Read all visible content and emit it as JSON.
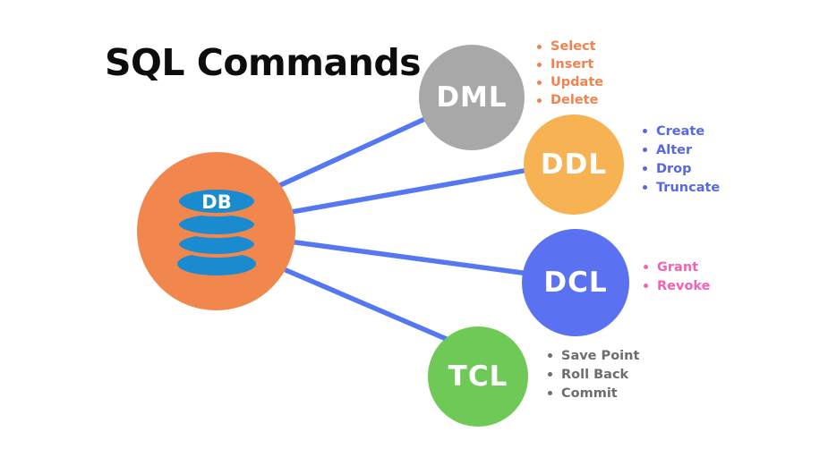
{
  "title": "SQL Commands",
  "db": {
    "label": "DB"
  },
  "nodes": [
    {
      "id": "dml",
      "label": "DML",
      "circle_color": "#A8A8A8",
      "item_color": "#F08350",
      "items": [
        "Select",
        "Insert",
        "Update",
        "Delete"
      ]
    },
    {
      "id": "ddl",
      "label": "DDL",
      "circle_color": "#F7B254",
      "item_color": "#5768E0",
      "items": [
        "Create",
        "Alter",
        "Drop",
        "Truncate"
      ]
    },
    {
      "id": "dcl",
      "label": "DCL",
      "circle_color": "#5A72F2",
      "item_color": "#F561B3",
      "items": [
        "Grant",
        "Revoke"
      ]
    },
    {
      "id": "tcl",
      "label": "TCL",
      "circle_color": "#6FC956",
      "item_color": "#6D6D6D",
      "items": [
        "Save Point",
        "Roll Back",
        "Commit"
      ]
    }
  ],
  "colors": {
    "background": "#FFFFFF",
    "title_text": "#0D0D0D",
    "db_circle": "#F1874D",
    "db_icon": "#1B8BD0",
    "connector": "#5577F2"
  }
}
